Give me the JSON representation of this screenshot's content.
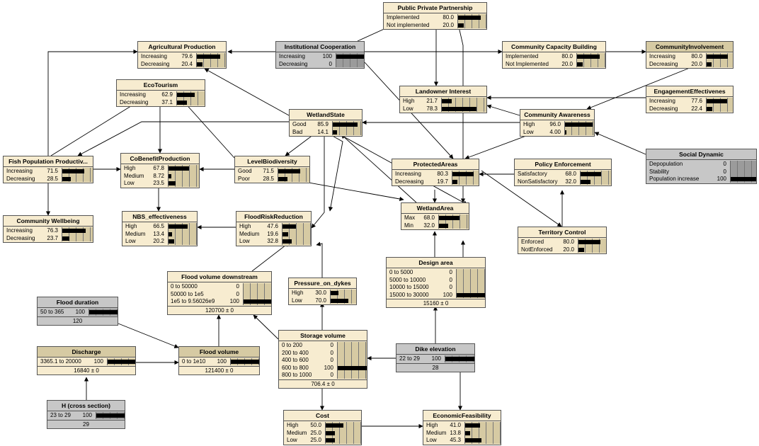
{
  "colors": {
    "node_fill": "#f7ecd0",
    "node_header_observed": "#c7c7c7",
    "node_header_tan": "#d6caa3",
    "bar": "#000000",
    "edge": "#000000"
  },
  "nodes": {
    "ppp": {
      "title": "Public Private Partnership",
      "states": [
        {
          "label": "Implemented",
          "value": "80.0",
          "p": 80
        },
        {
          "label": "Not implemented",
          "value": "20.0",
          "p": 20
        }
      ]
    },
    "agri": {
      "title": "Agricultural Production",
      "states": [
        {
          "label": "Increasing",
          "value": "79.6",
          "p": 79.6
        },
        {
          "label": "Decreasing",
          "value": "20.4",
          "p": 20.4
        }
      ]
    },
    "inst": {
      "title": "Institutional Cooperation",
      "states": [
        {
          "label": "Increasing",
          "value": "100",
          "p": 100
        },
        {
          "label": "Decreasing",
          "value": "0",
          "p": 0
        }
      ]
    },
    "ccb": {
      "title": "Community Capacity Building",
      "states": [
        {
          "label": "Implemented",
          "value": "80.0",
          "p": 80
        },
        {
          "label": "Not Implemented",
          "value": "20.0",
          "p": 20
        }
      ]
    },
    "cinv": {
      "title": "CommunityInvolvement",
      "states": [
        {
          "label": "Increasing",
          "value": "80.0",
          "p": 80
        },
        {
          "label": "Decreasing",
          "value": "20.0",
          "p": 20
        }
      ]
    },
    "eco": {
      "title": "EcoTourism",
      "states": [
        {
          "label": "Increasing",
          "value": "62.9",
          "p": 62.9
        },
        {
          "label": "Decreasing",
          "value": "37.1",
          "p": 37.1
        }
      ]
    },
    "land": {
      "title": "Landowner Interest",
      "states": [
        {
          "label": "High",
          "value": "21.7",
          "p": 21.7
        },
        {
          "label": "Low",
          "value": "78.3",
          "p": 78.3
        }
      ]
    },
    "eng": {
      "title": "EngagementEffectivenes",
      "states": [
        {
          "label": "Increasing",
          "value": "77.6",
          "p": 77.6
        },
        {
          "label": "Decreasing",
          "value": "22.4",
          "p": 22.4
        }
      ]
    },
    "ws": {
      "title": "WetlandState",
      "states": [
        {
          "label": "Good",
          "value": "85.9",
          "p": 85.9
        },
        {
          "label": "Bad",
          "value": "14.1",
          "p": 14.1
        }
      ]
    },
    "ca": {
      "title": "Community Awareness",
      "states": [
        {
          "label": "High",
          "value": "96.0",
          "p": 96
        },
        {
          "label": "Low",
          "value": "4.00",
          "p": 4
        }
      ]
    },
    "fish": {
      "title": "Fish Population Productiv...",
      "states": [
        {
          "label": "Increasing",
          "value": "71.5",
          "p": 71.5
        },
        {
          "label": "Decreasing",
          "value": "28.5",
          "p": 28.5
        }
      ]
    },
    "cobe": {
      "title": "CoBenefitProduction",
      "states": [
        {
          "label": "High",
          "value": "67.8",
          "p": 67.8
        },
        {
          "label": "Medium",
          "value": "8.72",
          "p": 8.72
        },
        {
          "label": "Low",
          "value": "23.5",
          "p": 23.5
        }
      ]
    },
    "lbio": {
      "title": "LevelBiodiversity",
      "states": [
        {
          "label": "Good",
          "value": "71.5",
          "p": 71.5
        },
        {
          "label": "Poor",
          "value": "28.5",
          "p": 28.5
        }
      ]
    },
    "pa": {
      "title": "ProtectedAreas",
      "states": [
        {
          "label": "Increasing",
          "value": "80.3",
          "p": 80.3
        },
        {
          "label": "Decreasing",
          "value": "19.7",
          "p": 19.7
        }
      ]
    },
    "pe": {
      "title": "Policy Enforcement",
      "states": [
        {
          "label": "Satisfactory",
          "value": "68.0",
          "p": 68
        },
        {
          "label": "NonSatisfactory",
          "value": "32.0",
          "p": 32
        }
      ]
    },
    "sd": {
      "title": "Social Dynamic",
      "states": [
        {
          "label": "Depopulation",
          "value": "0",
          "p": 0
        },
        {
          "label": "Stability",
          "value": "0",
          "p": 0
        },
        {
          "label": "Population increase",
          "value": "100",
          "p": 100
        }
      ]
    },
    "wa": {
      "title": "WetlandArea",
      "states": [
        {
          "label": "Max",
          "value": "68.0",
          "p": 68
        },
        {
          "label": "Min",
          "value": "32.0",
          "p": 32
        }
      ]
    },
    "cw": {
      "title": "Community Wellbeing",
      "states": [
        {
          "label": "Increasing",
          "value": "76.3",
          "p": 76.3
        },
        {
          "label": "Decreasing",
          "value": "23.7",
          "p": 23.7
        }
      ]
    },
    "nbs": {
      "title": "NBS_effectiveness",
      "states": [
        {
          "label": "High",
          "value": "66.5",
          "p": 66.5
        },
        {
          "label": "Medium",
          "value": "13.4",
          "p": 13.4
        },
        {
          "label": "Low",
          "value": "20.2",
          "p": 20.2
        }
      ]
    },
    "frr": {
      "title": "FloodRiskReduction",
      "states": [
        {
          "label": "High",
          "value": "47.6",
          "p": 47.6
        },
        {
          "label": "Medium",
          "value": "19.6",
          "p": 19.6
        },
        {
          "label": "Low",
          "value": "32.8",
          "p": 32.8
        }
      ]
    },
    "tc": {
      "title": "Territory Control",
      "states": [
        {
          "label": "Enforced",
          "value": "80.0",
          "p": 80
        },
        {
          "label": "NotEnforced",
          "value": "20.0",
          "p": 20
        }
      ]
    },
    "da": {
      "title": "Design area",
      "states": [
        {
          "label": "0 to 5000",
          "value": "0",
          "p": 0
        },
        {
          "label": "5000 to 10000",
          "value": "0",
          "p": 0
        },
        {
          "label": "10000 to 15000",
          "value": "0",
          "p": 0
        },
        {
          "label": "15000 to 30000",
          "value": "100",
          "p": 100
        }
      ],
      "footer": "15160 ± 0"
    },
    "fvd": {
      "title": "Flood volume downstream",
      "states": [
        {
          "label": "0 to 50000",
          "value": "0",
          "p": 0
        },
        {
          "label": "50000 to 1e5",
          "value": "0",
          "p": 0
        },
        {
          "label": "1e5 to 9.56026e9",
          "value": "100",
          "p": 100
        }
      ],
      "footer": "120700 ± 0"
    },
    "pod": {
      "title": "Pressure_on_dykes",
      "states": [
        {
          "label": "High",
          "value": "30.0",
          "p": 30
        },
        {
          "label": "Low",
          "value": "70.0",
          "p": 70
        }
      ]
    },
    "fd": {
      "title": "Flood duration",
      "states": [
        {
          "label": "50 to 365",
          "value": "100",
          "p": 100
        }
      ],
      "footer": "120"
    },
    "sv": {
      "title": "Storage volume",
      "states": [
        {
          "label": "0 to 200",
          "value": "0",
          "p": 0
        },
        {
          "label": "200 to 400",
          "value": "0",
          "p": 0
        },
        {
          "label": "400 to 600",
          "value": "0",
          "p": 0
        },
        {
          "label": "600 to 800",
          "value": "100",
          "p": 100
        },
        {
          "label": "800 to 1000",
          "value": "0",
          "p": 0
        }
      ],
      "footer": "706.4 ± 0"
    },
    "dis": {
      "title": "Discharge",
      "states": [
        {
          "label": "3365.1 to 20000",
          "value": "100",
          "p": 100
        }
      ],
      "footer": "16840 ± 0"
    },
    "fv": {
      "title": "Flood volume",
      "states": [
        {
          "label": "0 to 1e10",
          "value": "100",
          "p": 100
        }
      ],
      "footer": "121400 ± 0"
    },
    "de": {
      "title": "Dike elevation",
      "states": [
        {
          "label": "22 to 29",
          "value": "100",
          "p": 100
        }
      ],
      "footer": "28"
    },
    "h": {
      "title": "H (cross section)",
      "states": [
        {
          "label": "23 to 29",
          "value": "100",
          "p": 100
        }
      ],
      "footer": "29"
    },
    "cost": {
      "title": "Cost",
      "states": [
        {
          "label": "High",
          "value": "50.0",
          "p": 50
        },
        {
          "label": "Medium",
          "value": "25.0",
          "p": 25
        },
        {
          "label": "Low",
          "value": "25.0",
          "p": 25
        }
      ]
    },
    "ef": {
      "title": "EconomicFeasibility",
      "states": [
        {
          "label": "High",
          "value": "41.0",
          "p": 41
        },
        {
          "label": "Medium",
          "value": "13.8",
          "p": 13.8
        },
        {
          "label": "Low",
          "value": "45.3",
          "p": 45.3
        }
      ]
    }
  }
}
